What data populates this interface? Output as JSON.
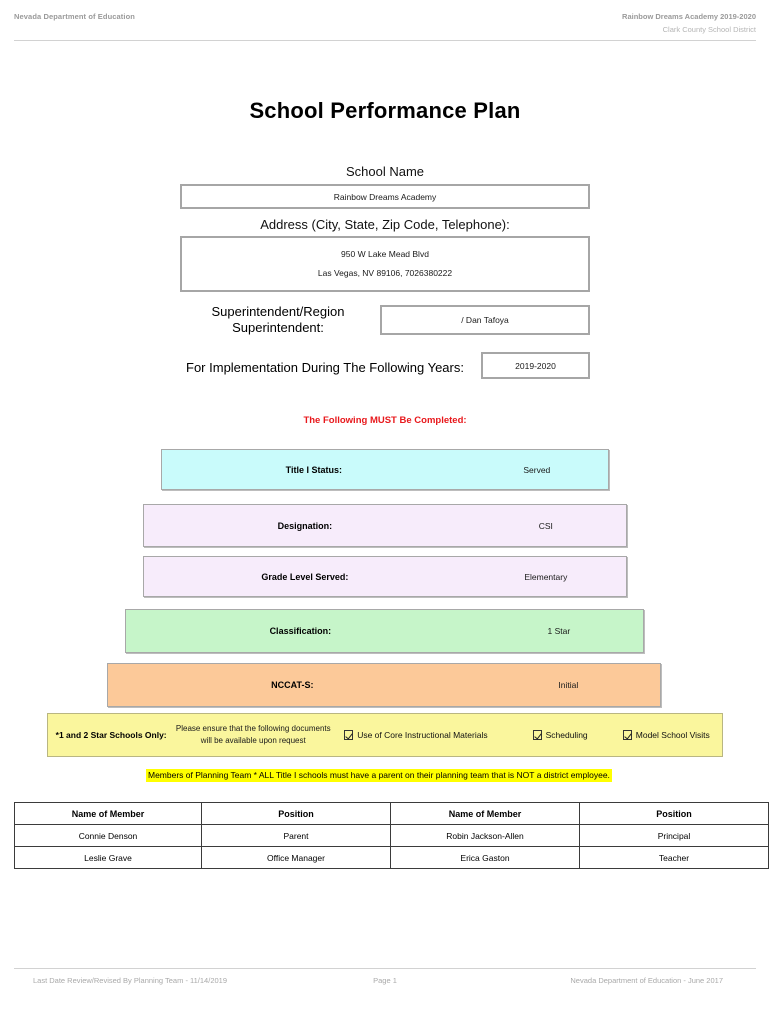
{
  "header": {
    "left": "Nevada Department of Education",
    "right_line1": "Rainbow Dreams Academy  2019-2020",
    "right_line2": "Clark County School District"
  },
  "title": "School Performance Plan",
  "fields": {
    "school_name_label": "School Name",
    "school_name_value": "Rainbow Dreams Academy",
    "address_label": "Address (City, State, Zip Code, Telephone):",
    "address_line1": "950 W Lake Mead Blvd",
    "address_line2": "Las Vegas, NV  89106, 7026380222",
    "superintendent_label": "Superintendent/Region Superintendent:",
    "superintendent_value": "/ Dan Tafoya",
    "years_label": "For Implementation During The Following Years:",
    "years_value": "2019-2020"
  },
  "must_complete_notice": "The Following MUST Be Completed:",
  "banners": [
    {
      "label": "Title I Status:",
      "value": "Served",
      "color": "#c9fbfb"
    },
    {
      "label": "Designation:",
      "value": "CSI",
      "color": "#f7ecfb"
    },
    {
      "label": "Grade Level Served:",
      "value": "Elementary",
      "color": "#f7ecfb"
    },
    {
      "label": "Classification:",
      "value": "1 Star",
      "color": "#c6f5c9"
    },
    {
      "label": "NCCAT-S:",
      "value": "Initial",
      "color": "#fcc999"
    }
  ],
  "star_row": {
    "label": "*1 and 2 Star Schools Only:",
    "note": "Please ensure that the following documents will be available upon request",
    "checkboxes": [
      {
        "label": "Use of Core Instructional Materials",
        "checked": true
      },
      {
        "label": "Scheduling",
        "checked": true
      },
      {
        "label": "Model School Visits",
        "checked": true
      }
    ],
    "background": "#faf69d"
  },
  "planning_note": {
    "text": "Members of Planning Team * ALL Title I schools must have a parent on their planning team that is NOT a district employee.",
    "highlight": "#ffff00"
  },
  "members_table": {
    "headers": [
      "Name of Member",
      "Position",
      "Name of Member",
      "Position"
    ],
    "rows": [
      [
        "Connie Denson",
        "Parent",
        "Robin Jackson-Allen",
        "Principal"
      ],
      [
        "Leslie Grave",
        "Office Manager",
        "Erica Gaston",
        "Teacher"
      ]
    ]
  },
  "footer": {
    "left": "Last Date Review/Revised By Planning Team - 11/14/2019",
    "center": "Page 1",
    "right": "Nevada Department of Education - June 2017"
  }
}
